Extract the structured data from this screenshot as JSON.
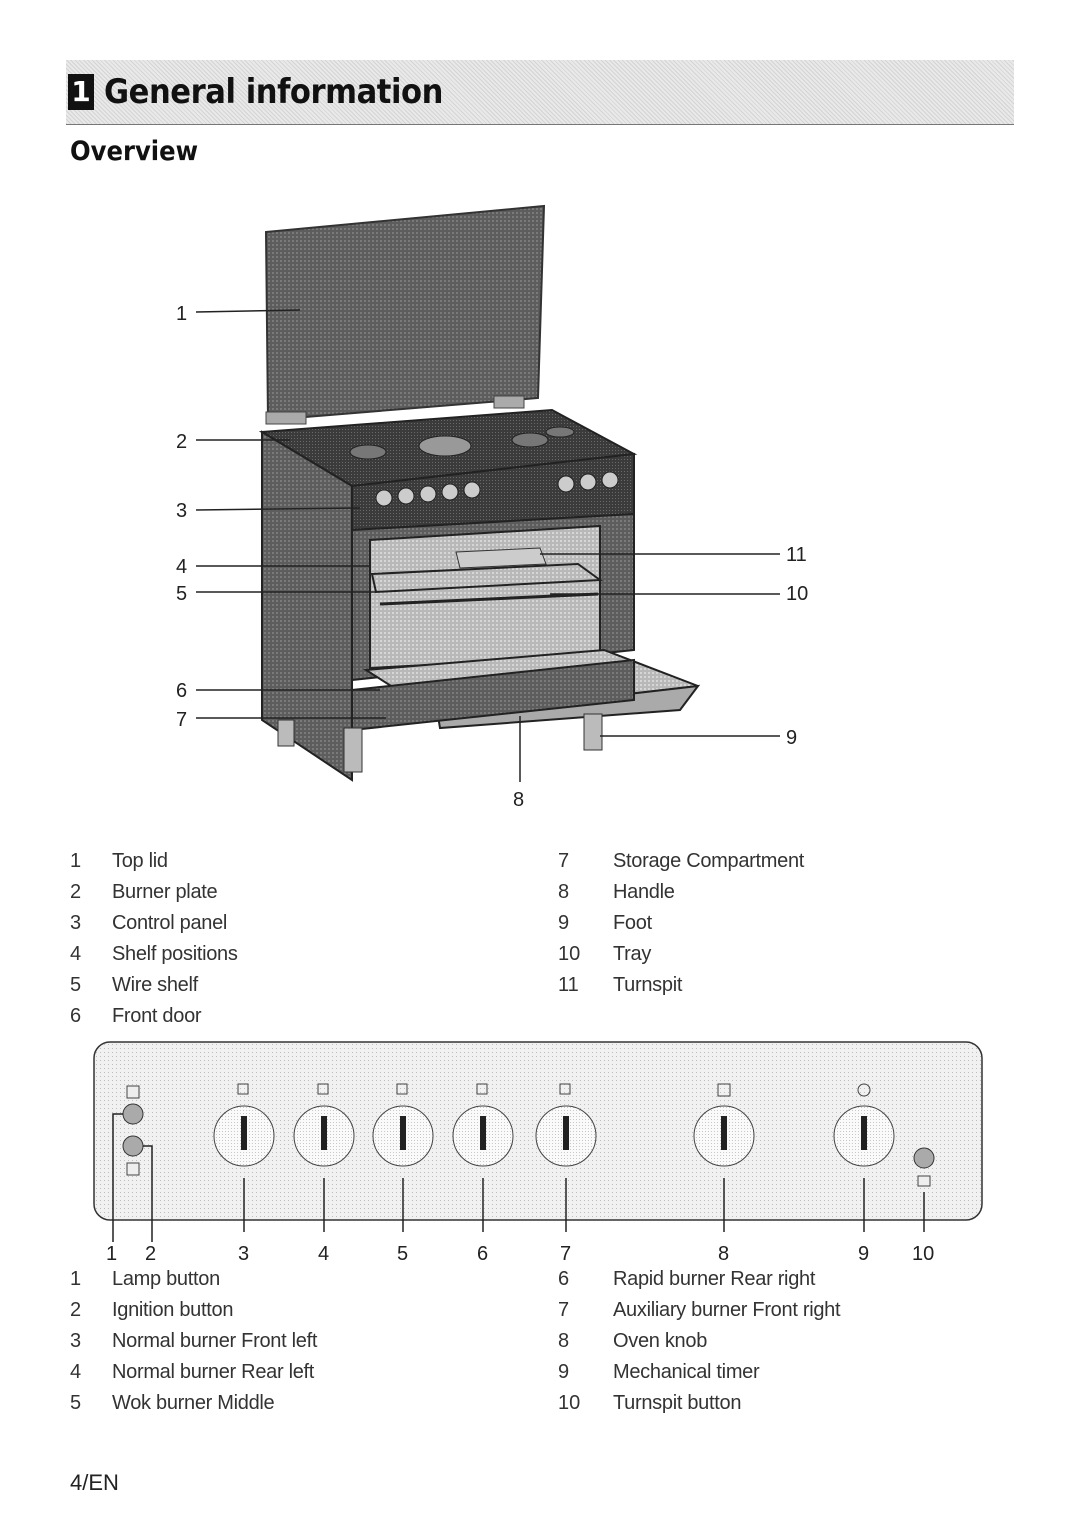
{
  "section": {
    "number": "1",
    "title": "General information"
  },
  "subsection": {
    "title": "Overview"
  },
  "overview_figure": {
    "callouts": [
      "1",
      "2",
      "3",
      "4",
      "5",
      "6",
      "7",
      "8",
      "9",
      "10",
      "11"
    ]
  },
  "overview_legend": {
    "left": [
      {
        "num": "1",
        "label": "Top lid"
      },
      {
        "num": "2",
        "label": "Burner plate"
      },
      {
        "num": "3",
        "label": "Control panel"
      },
      {
        "num": "4",
        "label": "Shelf positions"
      },
      {
        "num": "5",
        "label": "Wire shelf"
      },
      {
        "num": "6",
        "label": "Front door"
      }
    ],
    "right": [
      {
        "num": "7",
        "label": "Storage Compartment"
      },
      {
        "num": "8",
        "label": "Handle"
      },
      {
        "num": "9",
        "label": "Foot"
      },
      {
        "num": "10",
        "label": "Tray"
      },
      {
        "num": "11",
        "label": "Turnspit"
      }
    ]
  },
  "panel_figure": {
    "callouts": [
      "1",
      "2",
      "3",
      "4",
      "5",
      "6",
      "7",
      "8",
      "9",
      "10"
    ]
  },
  "panel_legend": {
    "left": [
      {
        "num": "1",
        "label": "Lamp button"
      },
      {
        "num": "2",
        "label": "Ignition button"
      },
      {
        "num": "3",
        "label": "Normal burner Front left"
      },
      {
        "num": "4",
        "label": "Normal burner Rear left"
      },
      {
        "num": "5",
        "label": "Wok burner Middle"
      }
    ],
    "right": [
      {
        "num": "6",
        "label": "Rapid burner Rear right"
      },
      {
        "num": "7",
        "label": "Auxiliary burner Front right"
      },
      {
        "num": "8",
        "label": "Oven knob"
      },
      {
        "num": "9",
        "label": "Mechanical timer"
      },
      {
        "num": "10",
        "label": "Turnspit button"
      }
    ]
  },
  "footer": {
    "page_number": "4/EN"
  }
}
